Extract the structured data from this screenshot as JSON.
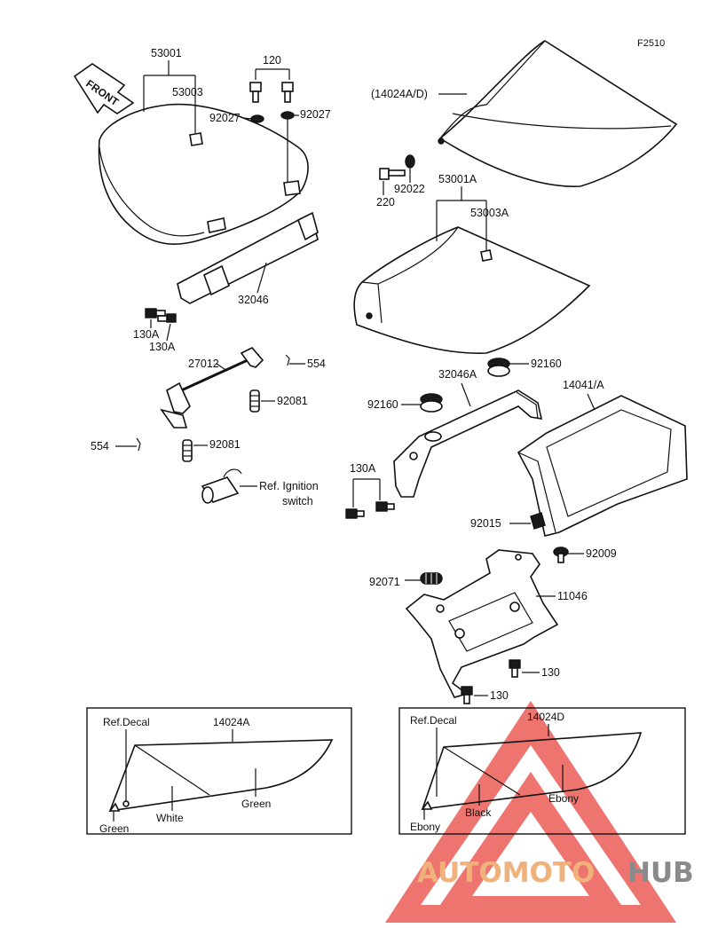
{
  "figure_code": "F2510",
  "front_arrow_label": "FRONT",
  "parts": {
    "p53001": "53001",
    "p53003": "53003",
    "p120": "120",
    "p92027_left": "92027",
    "p92027_right": "92027",
    "p32046": "32046",
    "p130A_1": "130A",
    "p130A_2": "130A",
    "p27012": "27012",
    "p554_top": "554",
    "p554_bottom": "554",
    "p92081_top": "92081",
    "p92081_bottom": "92081",
    "ref_ignition_line1": "Ref. Ignition",
    "ref_ignition_line2": "switch",
    "p14024AD": "(14024A/D)",
    "p220": "220",
    "p92022": "92022",
    "p53001A": "53001A",
    "p53003A": "53003A",
    "p92160_right": "92160",
    "p32046A": "32046A",
    "p14041A": "14041/A",
    "p92160_left": "92160",
    "p130A_3": "130A",
    "p92015": "92015",
    "p92009": "92009",
    "p92071": "92071",
    "p11046": "11046",
    "p130_right": "130",
    "p130_bottom": "130"
  },
  "decal_left": {
    "ref": "Ref.Decal",
    "part": "14024A",
    "color1": "White",
    "color2": "Green",
    "color3": "Green"
  },
  "decal_right": {
    "ref": "Ref.Decal",
    "part": "14024D",
    "color1": "Black",
    "color2": "Ebony",
    "color3": "Ebony"
  },
  "watermark": {
    "text_a": "AUTOMOTO",
    "text_b": "HUB",
    "colors": {
      "primary": "#e8403a",
      "secondary": "#f0b27a",
      "gray": "#8a8a8a"
    }
  }
}
